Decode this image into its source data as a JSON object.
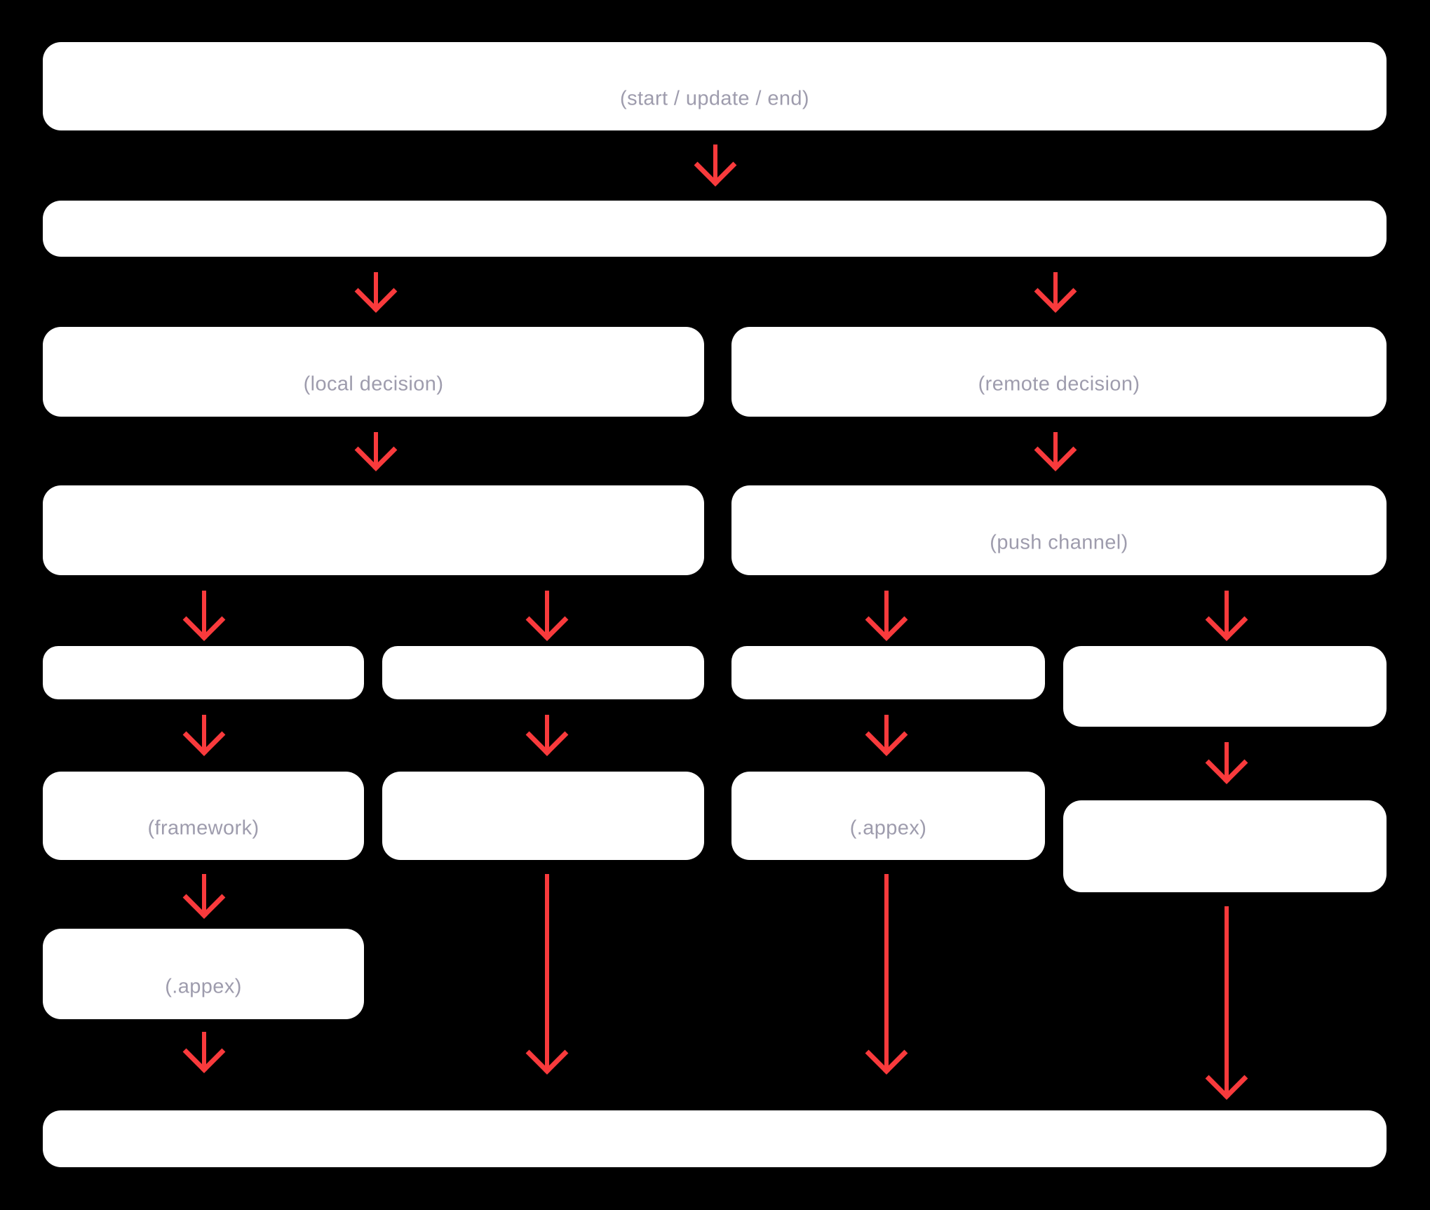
{
  "palette": {
    "background": "#000000",
    "box_fill": "#ffffff",
    "arrow_red": "#f93a3c",
    "subtitle_gray": "#9e9cad"
  },
  "nodes": {
    "top": {
      "subtitle": "(start / update / end)"
    },
    "row2": {
      "subtitle": ""
    },
    "row3_left": {
      "subtitle": "(local decision)"
    },
    "row3_right": {
      "subtitle": "(remote decision)"
    },
    "row4_left": {
      "subtitle": ""
    },
    "row4_right": {
      "subtitle": "(push channel)"
    },
    "row5_col1": {
      "subtitle": ""
    },
    "row5_col2": {
      "subtitle": ""
    },
    "row5_col3": {
      "subtitle": ""
    },
    "row5_col4": {
      "subtitle": ""
    },
    "row6_col1": {
      "subtitle": "(framework)"
    },
    "row6_col2": {
      "subtitle": ""
    },
    "row6_col3": {
      "subtitle": "(.appex)"
    },
    "row6_col4": {
      "subtitle": ""
    },
    "row7_col1": {
      "subtitle": "(.appex)"
    },
    "bottom": {
      "subtitle": ""
    }
  }
}
